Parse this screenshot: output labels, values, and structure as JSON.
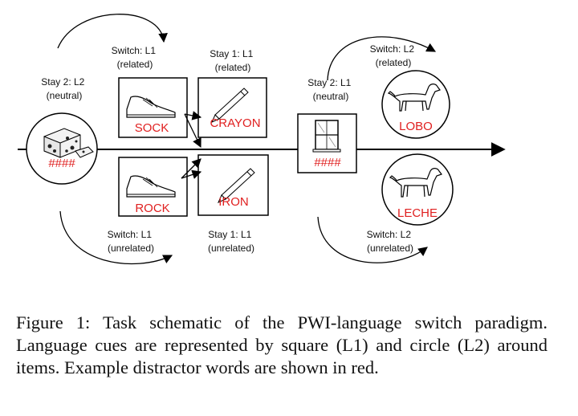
{
  "labels": {
    "stay2_l2": [
      "Stay 2: L2",
      "(neutral)"
    ],
    "switch_l1_related": [
      "Switch: L1",
      "(related)"
    ],
    "stay1_l1_related": [
      "Stay 1: L1",
      "(related)"
    ],
    "stay2_l1": [
      "Stay 2: L1",
      "(neutral)"
    ],
    "switch_l2_related": [
      "Switch: L2",
      "(related)"
    ],
    "switch_l1_unrelated": [
      "Switch: L1",
      "(unrelated)"
    ],
    "stay1_l1_unrelated": [
      "Stay 1: L1",
      "(unrelated)"
    ],
    "switch_l2_unrelated": [
      "Switch: L2",
      "(unrelated)"
    ]
  },
  "distractors": {
    "cheese": "####",
    "sock": "SOCK",
    "crayon": "CRAYON",
    "rock": "ROCK",
    "iron": "IRON",
    "window": "####",
    "lobo": "LOBO",
    "leche": "LECHE"
  },
  "caption": "Figure 1: Task schematic of the PWI-language switch paradigm. Language cues are represented by square (L1) and circle (L2) around items. Example distractor words are shown in red."
}
